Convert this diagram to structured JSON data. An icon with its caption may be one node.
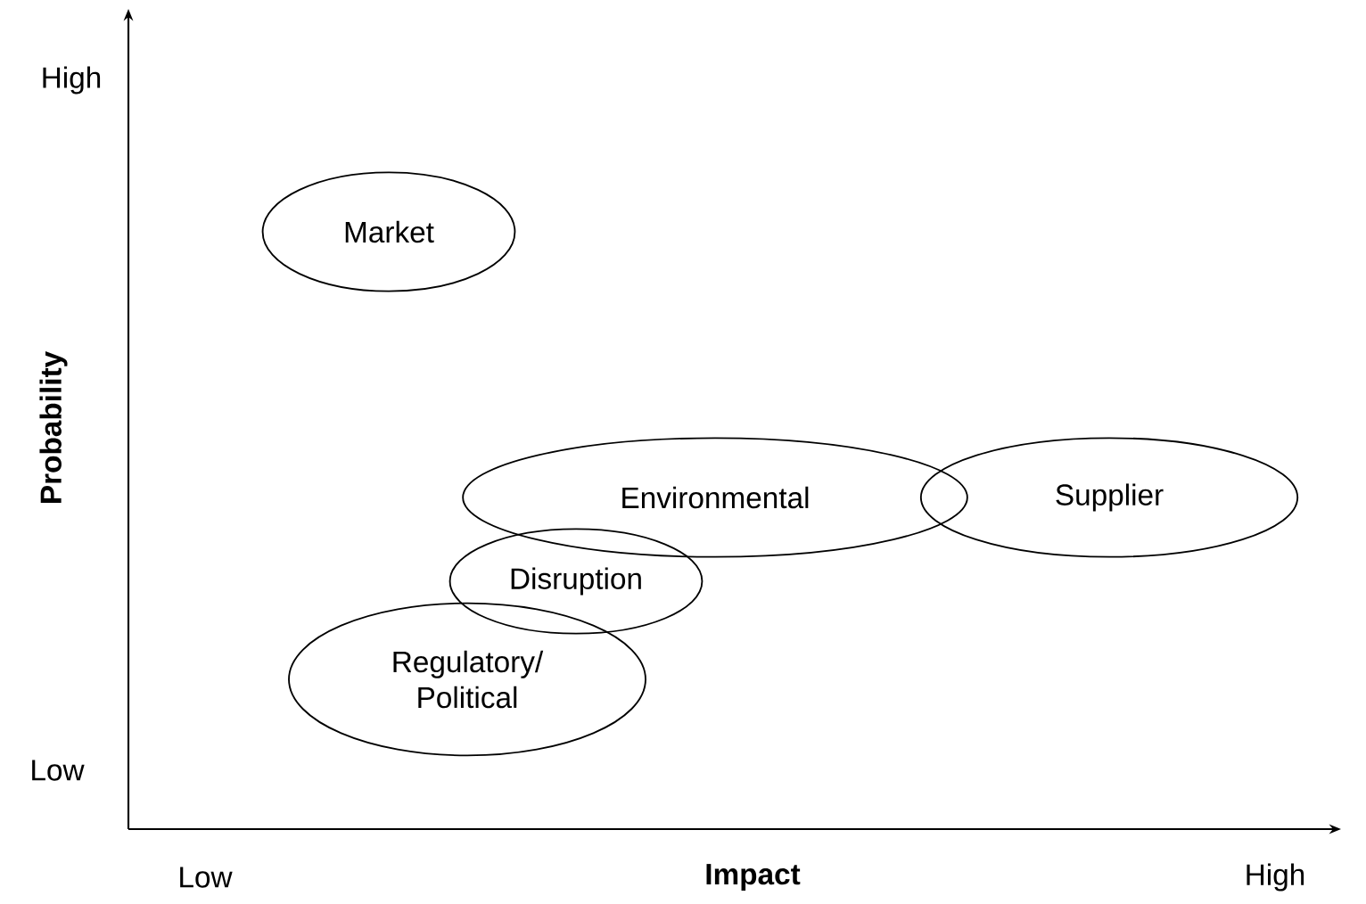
{
  "diagram": {
    "nodes": [
      {
        "text": [
          "Market"
        ]
      },
      {
        "text": [
          "Environmental"
        ]
      },
      {
        "text": [
          "Supplier"
        ]
      },
      {
        "text": [
          "Disruption"
        ]
      },
      {
        "text": [
          "Regulatory/ Political"
        ]
      }
    ],
    "edges": [],
    "labels": [
      "High",
      "Probability",
      "Low",
      "Low",
      "Impact",
      "High"
    ]
  }
}
